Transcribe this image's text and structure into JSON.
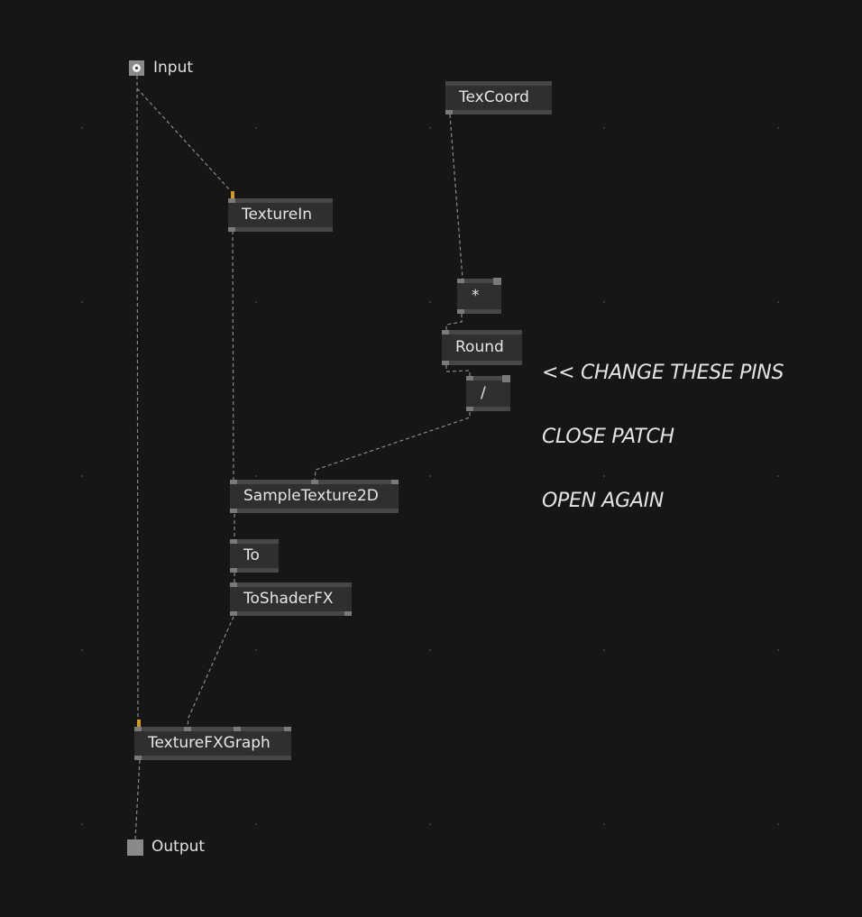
{
  "patch": {
    "input_label": "Input",
    "output_label": "Output",
    "nodes": {
      "texcoord": "TexCoord",
      "texturein": "TextureIn",
      "multiply": "*",
      "round": "Round",
      "divide": "/",
      "sampletexture2d": "SampleTexture2D",
      "to": "To",
      "toshaderfx": "ToShaderFX",
      "texturefxgraph": "TextureFXGraph"
    },
    "comments": {
      "change_pins": "<< CHANGE THESE PINS",
      "close_patch": "CLOSE PATCH",
      "open_again": "OPEN AGAIN"
    }
  },
  "colors": {
    "background": "#161616",
    "node": "#2f2f2f",
    "link": "#8a8a8a",
    "pin_highlight": "#d39a1a"
  }
}
